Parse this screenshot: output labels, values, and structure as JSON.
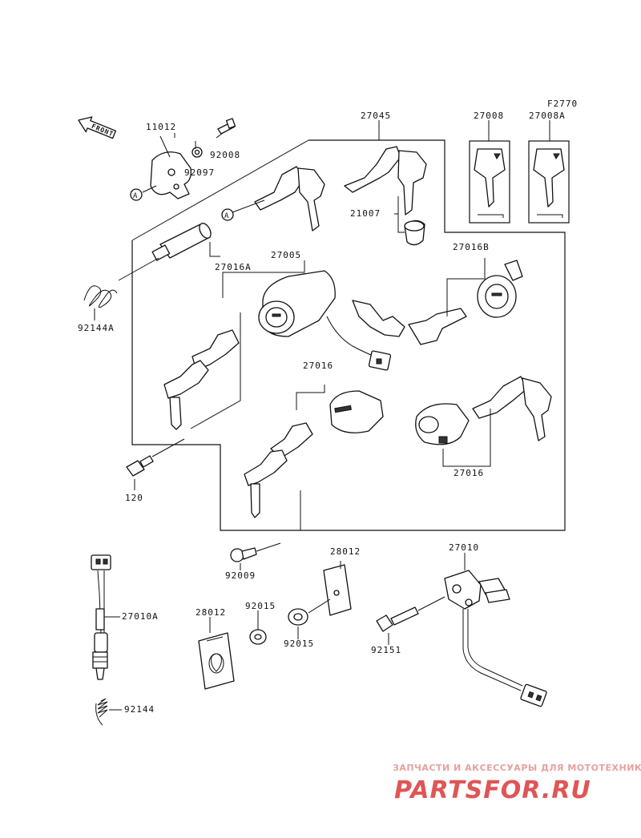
{
  "diagram": {
    "figure_code": "F2770",
    "front_label": "FRONT",
    "callout_a": "A",
    "labels": {
      "p11012": "11012",
      "p92008": "92008",
      "p92097": "92097",
      "p27045": "27045",
      "p27008": "27008",
      "p27008A": "27008A",
      "p21007": "21007",
      "p27016A": "27016A",
      "p27005": "27005",
      "p27016B": "27016B",
      "p92144A": "92144A",
      "p27016_top": "27016",
      "p27016_right": "27016",
      "p120": "120",
      "p92009": "92009",
      "p28012_top": "28012",
      "p27010": "27010",
      "p27010A": "27010A",
      "p28012_left": "28012",
      "p92015_top": "92015",
      "p92015_bottom": "92015",
      "p92151": "92151",
      "p92144": "92144"
    }
  },
  "watermark": {
    "tagline": "ЗАПЧАСТИ И АКСЕССУАРЫ ДЛЯ МОТОТЕХНИКИ",
    "brand": "PARTSFOR.RU"
  }
}
